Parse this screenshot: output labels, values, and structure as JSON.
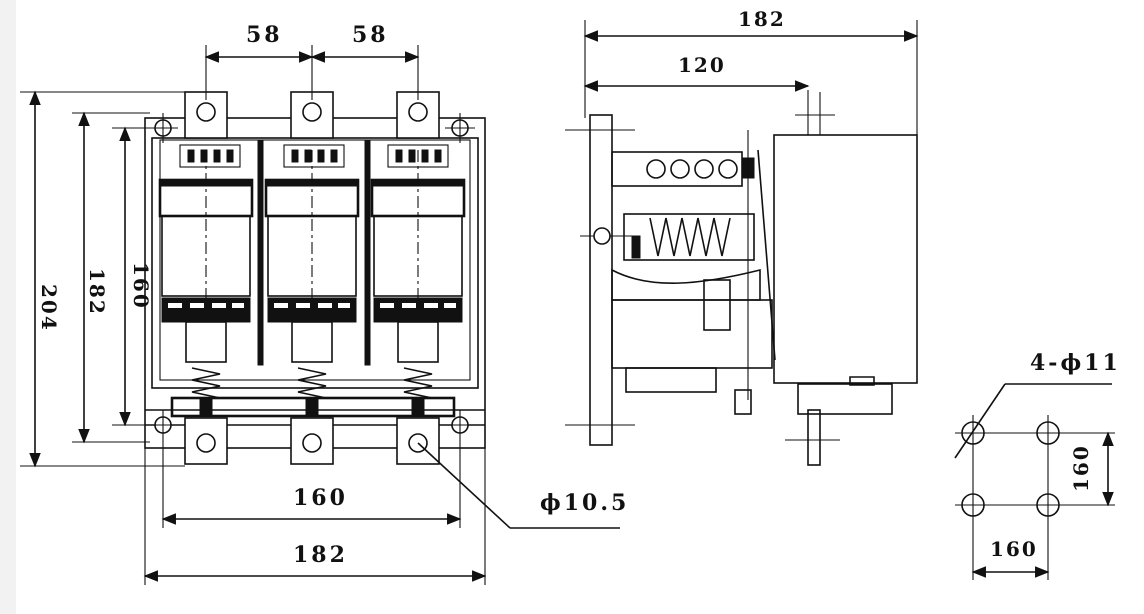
{
  "front_view": {
    "pitch_left": "58",
    "pitch_right": "58",
    "height_overall": "204",
    "height_mid": "182",
    "height_inner": "160",
    "width_inner": "160",
    "width_overall": "182",
    "hole_callout": "ϕ10.5"
  },
  "side_view": {
    "width_overall": "182",
    "width_partial": "120"
  },
  "mounting_pattern": {
    "holes_callout": "4-ϕ11",
    "vertical_spacing": "160",
    "horizontal_spacing": "160"
  }
}
